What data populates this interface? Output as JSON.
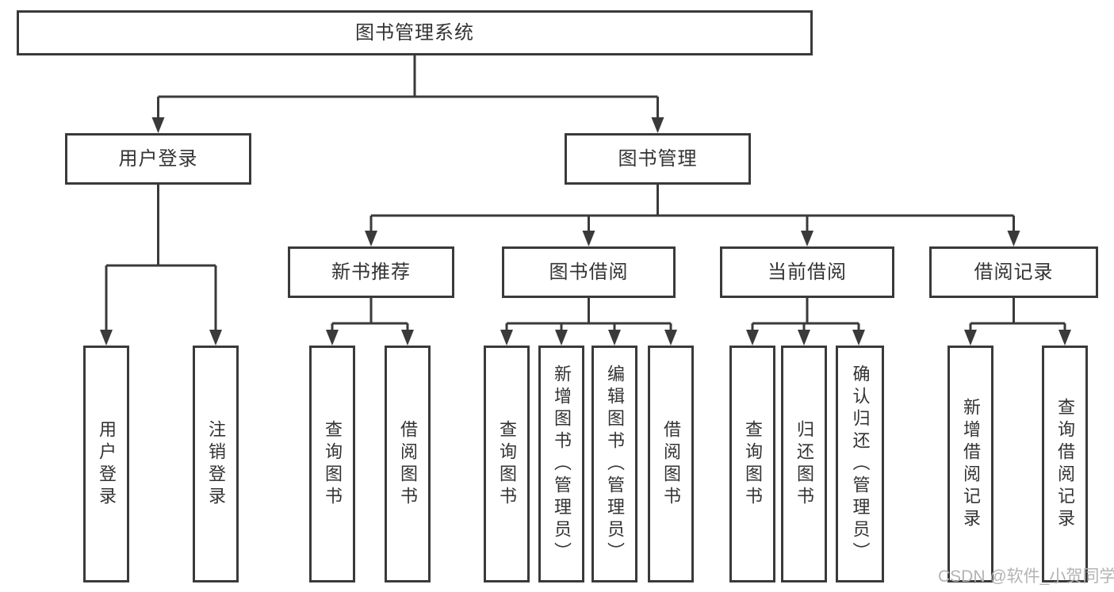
{
  "colors": {
    "background": "#ffffff",
    "box_border": "#3a3a3a",
    "line": "#3a3a3a",
    "text": "#333333",
    "watermark": "#b3b3b3"
  },
  "root": {
    "label": "图书管理系统"
  },
  "level2": [
    {
      "label": "用户登录"
    },
    {
      "label": "图书管理"
    }
  ],
  "level3": [
    {
      "label": "新书推荐"
    },
    {
      "label": "图书借阅"
    },
    {
      "label": "当前借阅"
    },
    {
      "label": "借阅记录"
    }
  ],
  "leaves": [
    [
      "用户登录",
      "注销登录"
    ],
    [
      "查询图书",
      "借阅图书"
    ],
    [
      "查询图书",
      "新增图书（管理员）",
      "编辑图书（管理员）",
      "借阅图书"
    ],
    [
      "查询图书",
      "归还图书",
      "确认归还（管理员）"
    ],
    [
      "新增借阅记录",
      "查询借阅记录"
    ]
  ],
  "watermark": {
    "text": "CSDN @软件_小贺同学"
  }
}
